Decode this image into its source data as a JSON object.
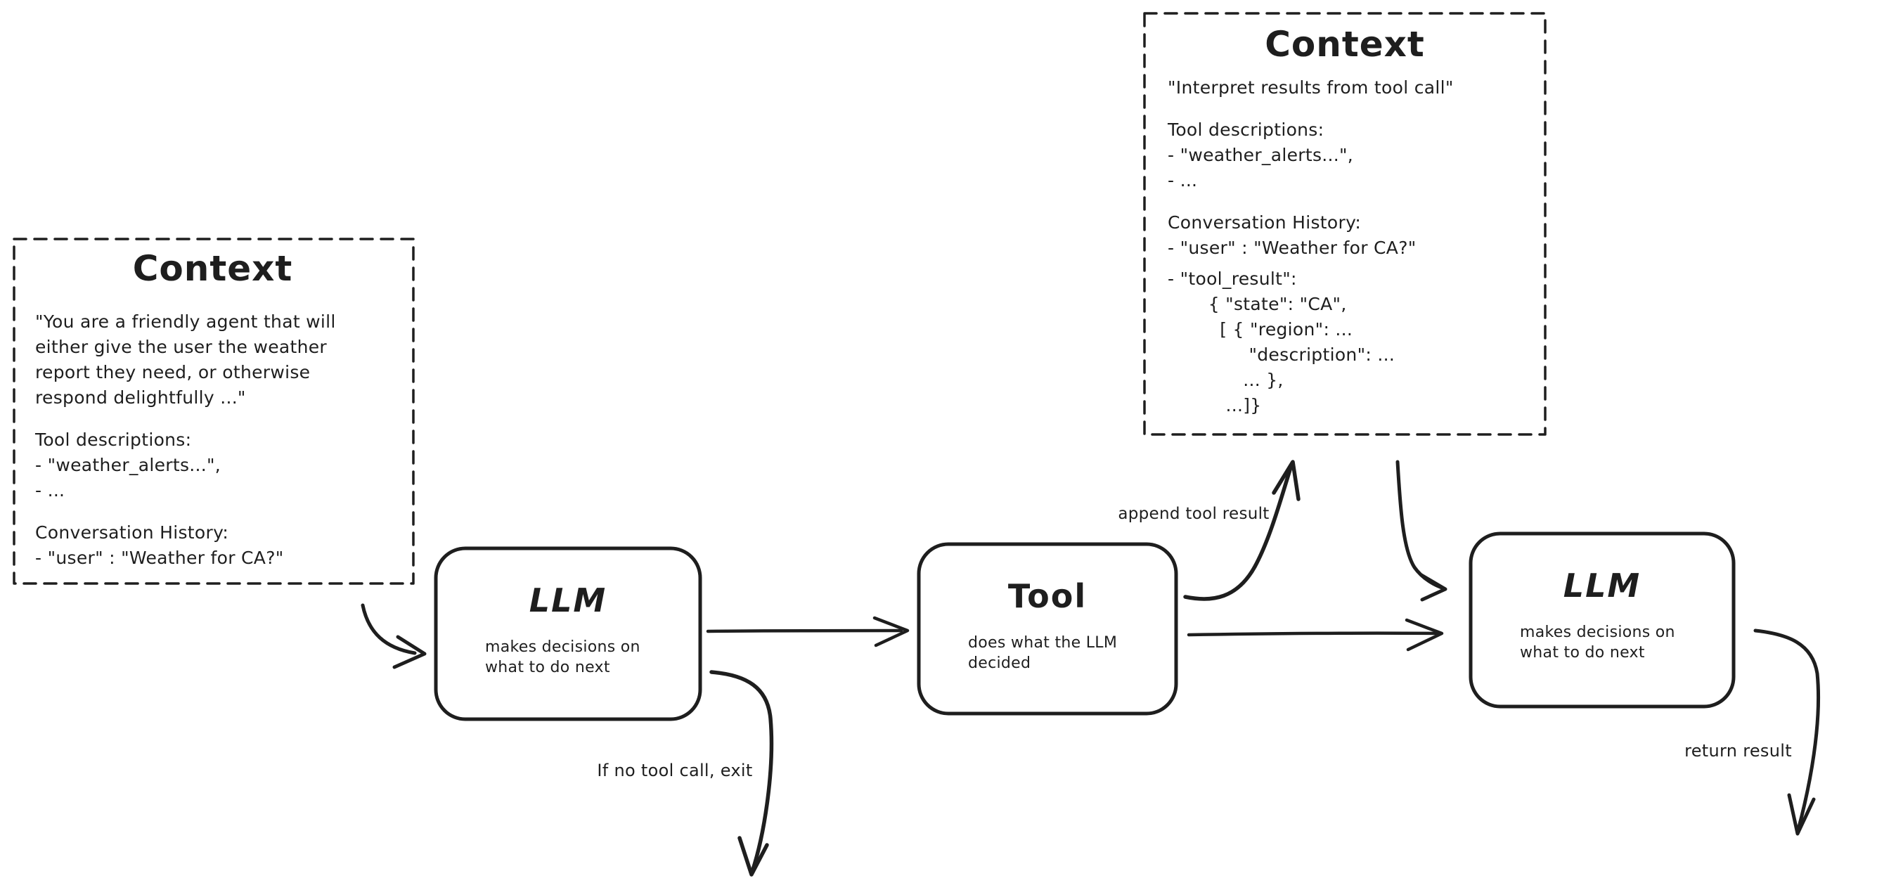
{
  "diagram": {
    "background_color": "#ffffff",
    "stroke_color": "#1e1e1e"
  },
  "context_initial": {
    "title": "Context",
    "system_prompt": "\"You are a friendly agent that will\neither give the user the weather\nreport they need, or otherwise\nrespond delightfully ...\"",
    "tool_descriptions": "Tool descriptions:\n- \"weather_alerts...\",\n- ...",
    "conversation_history": "Conversation History:\n- \"user\" : \"Weather for CA?\""
  },
  "context_updated": {
    "title": "Context",
    "system_prompt": "\"Interpret results from tool call\"",
    "tool_descriptions": "Tool descriptions:\n- \"weather_alerts...\",\n- ...",
    "conversation_history": "Conversation History:\n- \"user\" : \"Weather for CA?\"",
    "tool_result": "- \"tool_result\":\n       { \"state\": \"CA\",\n         [ { \"region\": ...\n              \"description\": ...\n             ... },\n          ...]}"
  },
  "nodes": {
    "llm_first": {
      "title": "LLM",
      "subtitle": "makes decisions on\nwhat to do next"
    },
    "tool": {
      "title": "Tool",
      "subtitle": "does what the LLM\ndecided"
    },
    "llm_second": {
      "title": "LLM",
      "subtitle": "makes decisions on\nwhat to do next"
    }
  },
  "edge_labels": {
    "append_tool_result": "append tool result",
    "no_tool_call_exit": "If no tool call, exit",
    "return_result": "return result"
  }
}
